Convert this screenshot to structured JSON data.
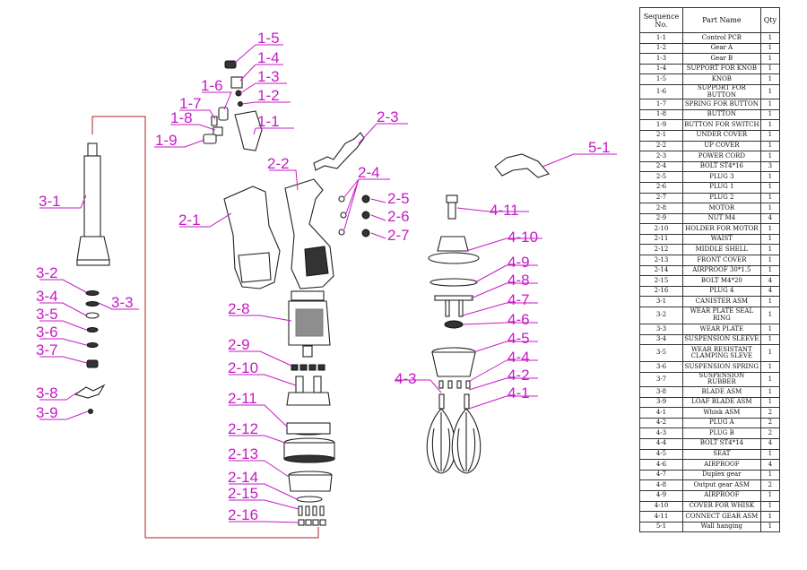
{
  "table": {
    "headers": [
      "Sequence No.",
      "Part Name",
      "Qty"
    ],
    "rows": [
      [
        "1-1",
        "Control PCB",
        "1"
      ],
      [
        "1-2",
        "Gear A",
        "1"
      ],
      [
        "1-3",
        "Gear B",
        "1"
      ],
      [
        "1-4",
        "SUPPORT FOR KNOB",
        "1"
      ],
      [
        "1-5",
        "KNOB",
        "1"
      ],
      [
        "1-6",
        "SUPPORT FOR BUTTON",
        "1"
      ],
      [
        "1-7",
        "SPRING FOR BUTTON",
        "1"
      ],
      [
        "1-8",
        "BUTTON",
        "1"
      ],
      [
        "1-9",
        "BUTTON FOR SWITCH",
        "1"
      ],
      [
        "2-1",
        "UNDER COVER",
        "1"
      ],
      [
        "2-2",
        "UP COVER",
        "1"
      ],
      [
        "2-3",
        "POWER CORD",
        "1"
      ],
      [
        "2-4",
        "BOLT ST4*16",
        "3"
      ],
      [
        "2-5",
        "PLUG 3",
        "1"
      ],
      [
        "2-6",
        "PLUG 1",
        "1"
      ],
      [
        "2-7",
        "PLUG 2",
        "1"
      ],
      [
        "2-8",
        "MOTOR",
        "1"
      ],
      [
        "2-9",
        "NUT M4",
        "4"
      ],
      [
        "2-10",
        "HOLDER FOR MOTOR",
        "1"
      ],
      [
        "2-11",
        "WAIST",
        "1"
      ],
      [
        "2-12",
        "MIDDLE SHELL",
        "1"
      ],
      [
        "2-13",
        "FRONT COVER",
        "1"
      ],
      [
        "2-14",
        "AIRPROOF 30*1.5",
        "1"
      ],
      [
        "2-15",
        "BOLT M4*20",
        "4"
      ],
      [
        "2-16",
        "PLUG 4",
        "4"
      ],
      [
        "3-1",
        "CANISTER ASM",
        "1"
      ],
      [
        "3-2",
        "WEAR PLATE SEAL RING",
        "1"
      ],
      [
        "3-3",
        "WEAR PLATE",
        "1"
      ],
      [
        "3-4",
        "SUSPENSION SLEEVE",
        "1"
      ],
      [
        "3-5",
        "WEAR RESISTANT CLAMPING SLEVE",
        "1"
      ],
      [
        "3-6",
        "SUSPENSION SPRING",
        "1"
      ],
      [
        "3-7",
        "SUSPENSION RUBBER",
        "1"
      ],
      [
        "3-8",
        "BLADE ASM",
        "1"
      ],
      [
        "3-9",
        "LOAF BLADE ASM",
        "1"
      ],
      [
        "4-1",
        "Whisk ASM",
        "2"
      ],
      [
        "4-2",
        "PLUG A",
        "2"
      ],
      [
        "4-3",
        "PLUG B",
        "2"
      ],
      [
        "4-4",
        "BOLT ST4*14",
        "4"
      ],
      [
        "4-5",
        "SEAT",
        "1"
      ],
      [
        "4-6",
        "AIRPROOF",
        "4"
      ],
      [
        "4-7",
        "Duplex gear",
        "1"
      ],
      [
        "4-8",
        "Output gear ASM",
        "2"
      ],
      [
        "4-9",
        "AIRPROOF",
        "1"
      ],
      [
        "4-10",
        "COVER FOR WHISK",
        "1"
      ],
      [
        "4-11",
        "CONNECT GEAR ASM",
        "1"
      ],
      [
        "5-1",
        "Wall hanging",
        "1"
      ]
    ]
  },
  "callouts": [
    "1-1",
    "1-2",
    "1-3",
    "1-4",
    "1-5",
    "1-6",
    "1-7",
    "1-8",
    "1-9",
    "2-1",
    "2-2",
    "2-3",
    "2-4",
    "2-5",
    "2-6",
    "2-7",
    "2-8",
    "2-9",
    "2-10",
    "2-11",
    "2-12",
    "2-13",
    "2-14",
    "2-15",
    "2-16",
    "3-1",
    "3-2",
    "3-3",
    "3-4",
    "3-5",
    "3-6",
    "3-7",
    "3-8",
    "3-9",
    "4-1",
    "4-2",
    "4-3",
    "4-4",
    "4-5",
    "4-6",
    "4-7",
    "4-8",
    "4-9",
    "4-10",
    "4-11",
    "5-1"
  ],
  "colors": {
    "callout": "#c61bc6",
    "frame": "#b02020",
    "line": "#222222"
  }
}
